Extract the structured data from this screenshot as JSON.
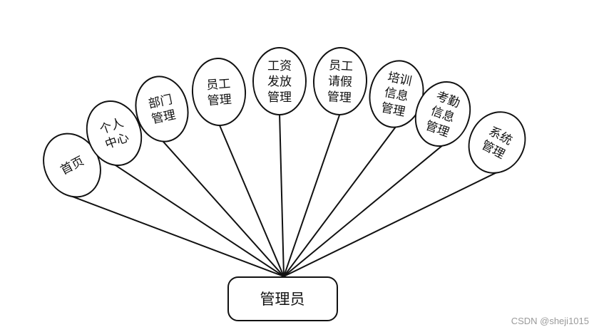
{
  "diagram": {
    "root": {
      "label": "管理员"
    },
    "modules": [
      {
        "lines": [
          "首页"
        ]
      },
      {
        "lines": [
          "个人",
          "中心"
        ]
      },
      {
        "lines": [
          "部门",
          "管理"
        ]
      },
      {
        "lines": [
          "员工",
          "管理"
        ]
      },
      {
        "lines": [
          "工资",
          "发放",
          "管理"
        ]
      },
      {
        "lines": [
          "员工",
          "请假",
          "管理"
        ]
      },
      {
        "lines": [
          "培训",
          "信息",
          "管理"
        ]
      },
      {
        "lines": [
          "考勤",
          "信息",
          "管理"
        ]
      },
      {
        "lines": [
          "系统",
          "管理"
        ]
      }
    ]
  },
  "watermark": "CSDN @sheji1015"
}
